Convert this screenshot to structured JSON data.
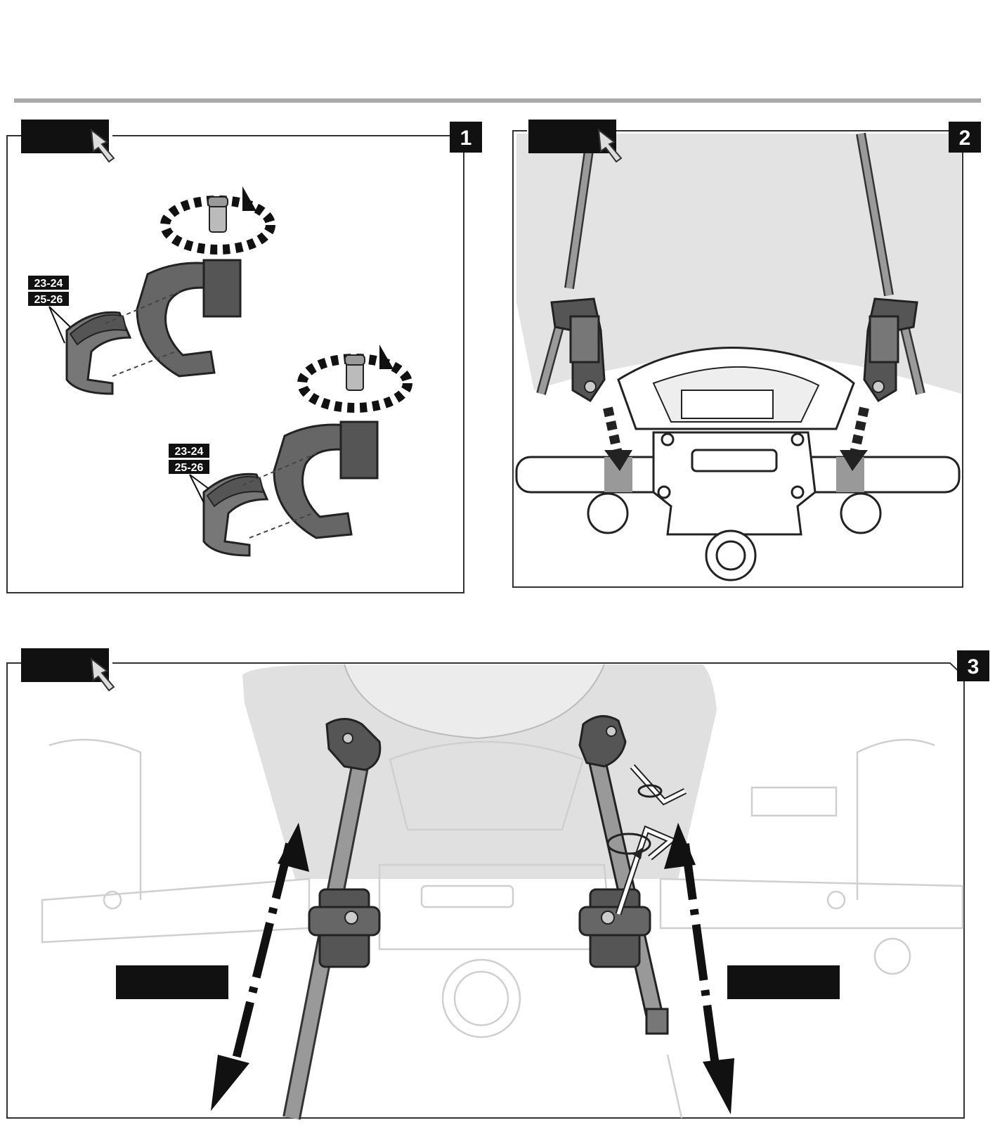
{
  "steps": [
    {
      "number": "1",
      "sizes": [
        "23-24",
        "25-26"
      ]
    },
    {
      "number": "2"
    },
    {
      "number": "3"
    }
  ],
  "colors": {
    "ink": "#222222",
    "part_dark": "#4a4a4a",
    "part_mid": "#7d7d7d",
    "shield": "#dcdcdc",
    "arrow_gray": "#9a9a9a",
    "rule": "#a9a9a9"
  }
}
